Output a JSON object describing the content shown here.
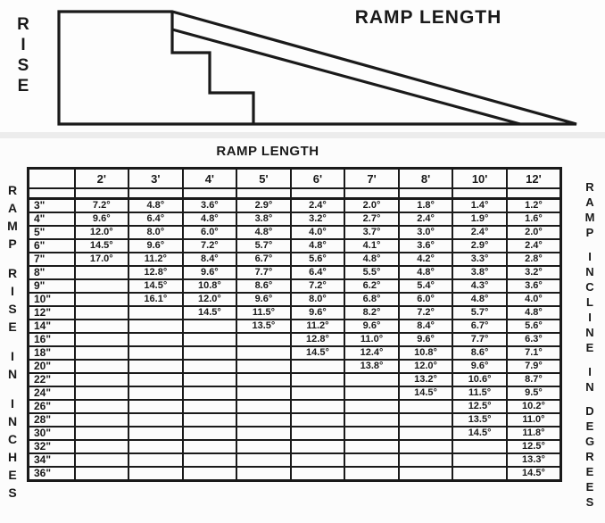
{
  "diagram": {
    "rise_label": "RISE",
    "ramp_length_label": "RAMP LENGTH"
  },
  "table": {
    "title": "RAMP LENGTH",
    "left_axis_label": "RAMP RISE IN INCHES",
    "right_axis_label": "RAMP INCLINE IN DEGREES",
    "col_headers": [
      "2'",
      "3'",
      "4'",
      "5'",
      "6'",
      "7'",
      "8'",
      "10'",
      "12'"
    ],
    "rows": [
      {
        "rise": "3\"",
        "values": [
          "7.2°",
          "4.8°",
          "3.6°",
          "2.9°",
          "2.4°",
          "2.0°",
          "1.8°",
          "1.4°",
          "1.2°"
        ]
      },
      {
        "rise": "4\"",
        "values": [
          "9.6°",
          "6.4°",
          "4.8°",
          "3.8°",
          "3.2°",
          "2.7°",
          "2.4°",
          "1.9°",
          "1.6°"
        ]
      },
      {
        "rise": "5\"",
        "values": [
          "12.0°",
          "8.0°",
          "6.0°",
          "4.8°",
          "4.0°",
          "3.7°",
          "3.0°",
          "2.4°",
          "2.0°"
        ]
      },
      {
        "rise": "6\"",
        "values": [
          "14.5°",
          "9.6°",
          "7.2°",
          "5.7°",
          "4.8°",
          "4.1°",
          "3.6°",
          "2.9°",
          "2.4°"
        ]
      },
      {
        "rise": "7\"",
        "values": [
          "17.0°",
          "11.2°",
          "8.4°",
          "6.7°",
          "5.6°",
          "4.8°",
          "4.2°",
          "3.3°",
          "2.8°"
        ]
      },
      {
        "rise": "8\"",
        "values": [
          "",
          "12.8°",
          "9.6°",
          "7.7°",
          "6.4°",
          "5.5°",
          "4.8°",
          "3.8°",
          "3.2°"
        ]
      },
      {
        "rise": "9\"",
        "values": [
          "",
          "14.5°",
          "10.8°",
          "8.6°",
          "7.2°",
          "6.2°",
          "5.4°",
          "4.3°",
          "3.6°"
        ]
      },
      {
        "rise": "10\"",
        "values": [
          "",
          "16.1°",
          "12.0°",
          "9.6°",
          "8.0°",
          "6.8°",
          "6.0°",
          "4.8°",
          "4.0°"
        ]
      },
      {
        "rise": "12\"",
        "values": [
          "",
          "",
          "14.5°",
          "11.5°",
          "9.6°",
          "8.2°",
          "7.2°",
          "5.7°",
          "4.8°"
        ]
      },
      {
        "rise": "14\"",
        "values": [
          "",
          "",
          "",
          "13.5°",
          "11.2°",
          "9.6°",
          "8.4°",
          "6.7°",
          "5.6°"
        ]
      },
      {
        "rise": "16\"",
        "values": [
          "",
          "",
          "",
          "",
          "12.8°",
          "11.0°",
          "9.6°",
          "7.7°",
          "6.3°"
        ]
      },
      {
        "rise": "18\"",
        "values": [
          "",
          "",
          "",
          "",
          "14.5°",
          "12.4°",
          "10.8°",
          "8.6°",
          "7.1°"
        ]
      },
      {
        "rise": "20\"",
        "values": [
          "",
          "",
          "",
          "",
          "",
          "13.8°",
          "12.0°",
          "9.6°",
          "7.9°"
        ]
      },
      {
        "rise": "22\"",
        "values": [
          "",
          "",
          "",
          "",
          "",
          "",
          "13.2°",
          "10.6°",
          "8.7°"
        ]
      },
      {
        "rise": "24\"",
        "values": [
          "",
          "",
          "",
          "",
          "",
          "",
          "14.5°",
          "11.5°",
          "9.5°"
        ]
      },
      {
        "rise": "26\"",
        "values": [
          "",
          "",
          "",
          "",
          "",
          "",
          "",
          "12.5°",
          "10.2°"
        ]
      },
      {
        "rise": "28\"",
        "values": [
          "",
          "",
          "",
          "",
          "",
          "",
          "",
          "13.5°",
          "11.0°"
        ]
      },
      {
        "rise": "30\"",
        "values": [
          "",
          "",
          "",
          "",
          "",
          "",
          "",
          "14.5°",
          "11.8°"
        ]
      },
      {
        "rise": "32\"",
        "values": [
          "",
          "",
          "",
          "",
          "",
          "",
          "",
          "",
          "12.5°"
        ]
      },
      {
        "rise": "34\"",
        "values": [
          "",
          "",
          "",
          "",
          "",
          "",
          "",
          "",
          "13.3°"
        ]
      },
      {
        "rise": "36\"",
        "values": [
          "",
          "",
          "",
          "",
          "",
          "",
          "",
          "",
          "14.5°"
        ]
      }
    ]
  },
  "chart_data": {
    "type": "table",
    "title": "RAMP LENGTH",
    "row_axis_label": "RAMP RISE IN INCHES",
    "col_axis_label": "RAMP INCLINE IN DEGREES",
    "columns_ramp_length_ft": [
      2,
      3,
      4,
      5,
      6,
      7,
      8,
      10,
      12
    ],
    "rows_rise_inches": [
      3,
      4,
      5,
      6,
      7,
      8,
      9,
      10,
      12,
      14,
      16,
      18,
      20,
      22,
      24,
      26,
      28,
      30,
      32,
      34,
      36
    ],
    "incline_degrees": [
      [
        7.2,
        4.8,
        3.6,
        2.9,
        2.4,
        2.0,
        1.8,
        1.4,
        1.2
      ],
      [
        9.6,
        6.4,
        4.8,
        3.8,
        3.2,
        2.7,
        2.4,
        1.9,
        1.6
      ],
      [
        12.0,
        8.0,
        6.0,
        4.8,
        4.0,
        3.7,
        3.0,
        2.4,
        2.0
      ],
      [
        14.5,
        9.6,
        7.2,
        5.7,
        4.8,
        4.1,
        3.6,
        2.9,
        2.4
      ],
      [
        17.0,
        11.2,
        8.4,
        6.7,
        5.6,
        4.8,
        4.2,
        3.3,
        2.8
      ],
      [
        null,
        12.8,
        9.6,
        7.7,
        6.4,
        5.5,
        4.8,
        3.8,
        3.2
      ],
      [
        null,
        14.5,
        10.8,
        8.6,
        7.2,
        6.2,
        5.4,
        4.3,
        3.6
      ],
      [
        null,
        16.1,
        12.0,
        9.6,
        8.0,
        6.8,
        6.0,
        4.8,
        4.0
      ],
      [
        null,
        null,
        14.5,
        11.5,
        9.6,
        8.2,
        7.2,
        5.7,
        4.8
      ],
      [
        null,
        null,
        null,
        13.5,
        11.2,
        9.6,
        8.4,
        6.7,
        5.6
      ],
      [
        null,
        null,
        null,
        null,
        12.8,
        11.0,
        9.6,
        7.7,
        6.3
      ],
      [
        null,
        null,
        null,
        null,
        14.5,
        12.4,
        10.8,
        8.6,
        7.1
      ],
      [
        null,
        null,
        null,
        null,
        null,
        13.8,
        12.0,
        9.6,
        7.9
      ],
      [
        null,
        null,
        null,
        null,
        null,
        null,
        13.2,
        10.6,
        8.7
      ],
      [
        null,
        null,
        null,
        null,
        null,
        null,
        14.5,
        11.5,
        9.5
      ],
      [
        null,
        null,
        null,
        null,
        null,
        null,
        null,
        12.5,
        10.2
      ],
      [
        null,
        null,
        null,
        null,
        null,
        null,
        null,
        13.5,
        11.0
      ],
      [
        null,
        null,
        null,
        null,
        null,
        null,
        null,
        14.5,
        11.8
      ],
      [
        null,
        null,
        null,
        null,
        null,
        null,
        null,
        null,
        12.5
      ],
      [
        null,
        null,
        null,
        null,
        null,
        null,
        null,
        null,
        13.3
      ],
      [
        null,
        null,
        null,
        null,
        null,
        null,
        null,
        null,
        14.5
      ]
    ]
  }
}
